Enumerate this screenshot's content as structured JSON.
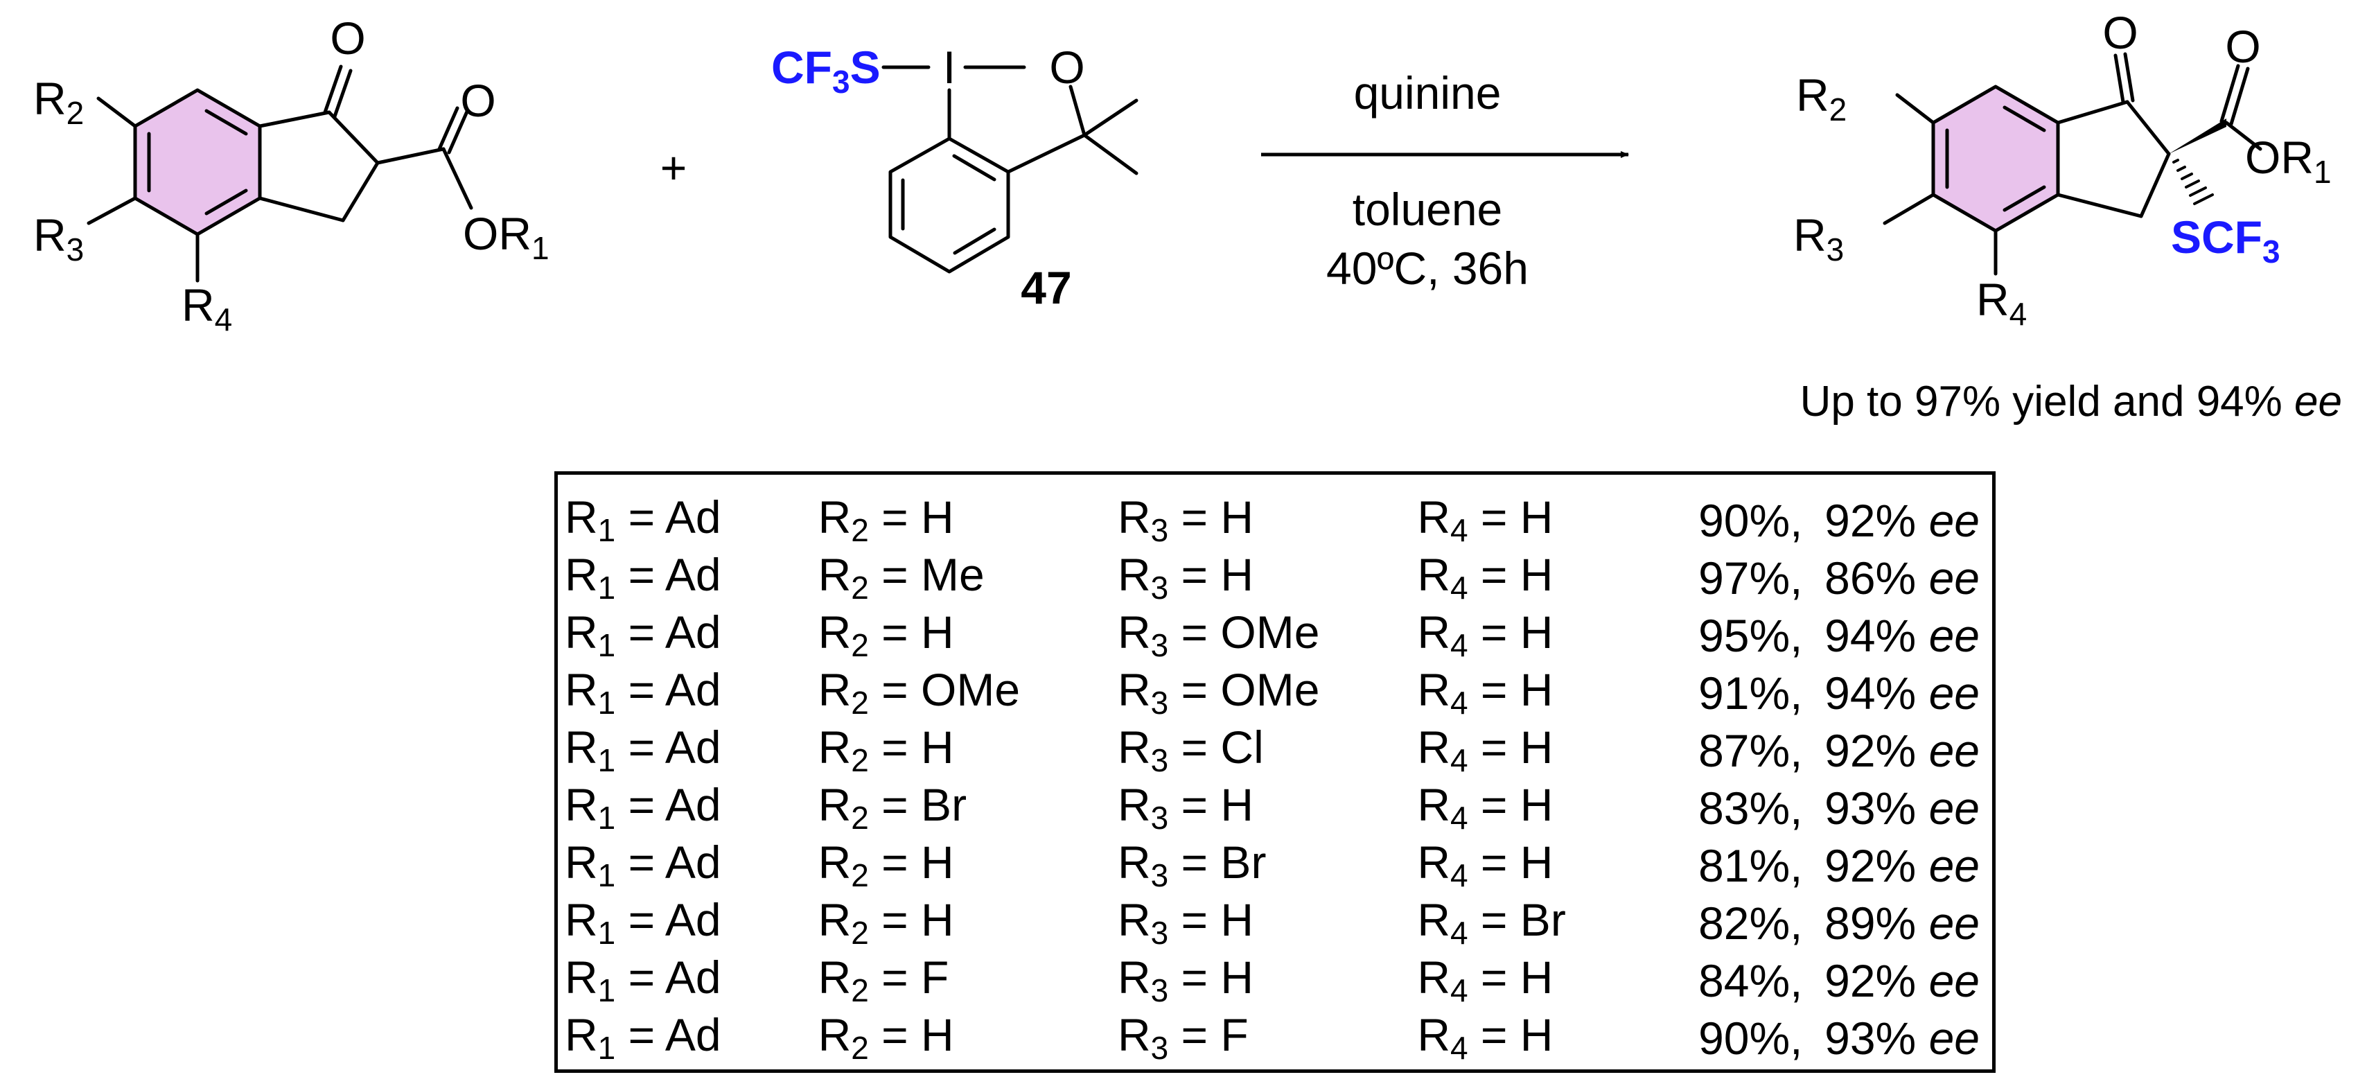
{
  "reactant_left": {
    "R2": "R",
    "R2_sub": "2",
    "R3": "R",
    "R3_sub": "3",
    "R4": "R",
    "R4_sub": "4",
    "ketone_O": "O",
    "ester_O": "O",
    "ester_OR": "OR",
    "ester_OR_sub": "1",
    "ring_fill": "#e9c3ec"
  },
  "plus": "+",
  "reagent": {
    "cf3s_a": "CF",
    "cf3s_sub": "3",
    "cf3s_b": "S",
    "iodine": "I",
    "oxygen": "O",
    "compound_number": "47",
    "label_color": "#1a1aff"
  },
  "arrow": {
    "above": "quinine",
    "below_1": "toluene",
    "below_2": "40ºC, 36h"
  },
  "product": {
    "R2": "R",
    "R2_sub": "2",
    "R3": "R",
    "R3_sub": "3",
    "R4": "R",
    "R4_sub": "4",
    "ketone_O": "O",
    "ester_O": "O",
    "ester_OR": "OR",
    "ester_OR_sub": "1",
    "scf3_a": "SCF",
    "scf3_sub": "3"
  },
  "summary": {
    "text": "Up to 97% yield and 94% ",
    "ee": "ee"
  },
  "table": {
    "rows": [
      {
        "r1": "Ad",
        "r2": "H",
        "r3": "H",
        "r4": "H",
        "yield": "90%,",
        "ee": "92%"
      },
      {
        "r1": "Ad",
        "r2": "Me",
        "r3": "H",
        "r4": "H",
        "yield": "97%,",
        "ee": "86%"
      },
      {
        "r1": "Ad",
        "r2": "H",
        "r3": "OMe",
        "r4": "H",
        "yield": "95%,",
        "ee": "94%"
      },
      {
        "r1": "Ad",
        "r2": "OMe",
        "r3": "OMe",
        "r4": "H",
        "yield": "91%,",
        "ee": "94%"
      },
      {
        "r1": "Ad",
        "r2": "H",
        "r3": "Cl",
        "r4": "H",
        "yield": "87%,",
        "ee": "92%"
      },
      {
        "r1": "Ad",
        "r2": "Br",
        "r3": "H",
        "r4": "H",
        "yield": "83%,",
        "ee": "93%"
      },
      {
        "r1": "Ad",
        "r2": "H",
        "r3": "Br",
        "r4": "H",
        "yield": "81%,",
        "ee": "92%"
      },
      {
        "r1": "Ad",
        "r2": "H",
        "r3": "H",
        "r4": "Br",
        "yield": "82%,",
        "ee": "89%"
      },
      {
        "r1": "Ad",
        "r2": "F",
        "r3": "H",
        "r4": "H",
        "yield": "84%,",
        "ee": "92%"
      },
      {
        "r1": "Ad",
        "r2": "H",
        "r3": "F",
        "r4": "H",
        "yield": "90%,",
        "ee": "93%"
      }
    ]
  }
}
